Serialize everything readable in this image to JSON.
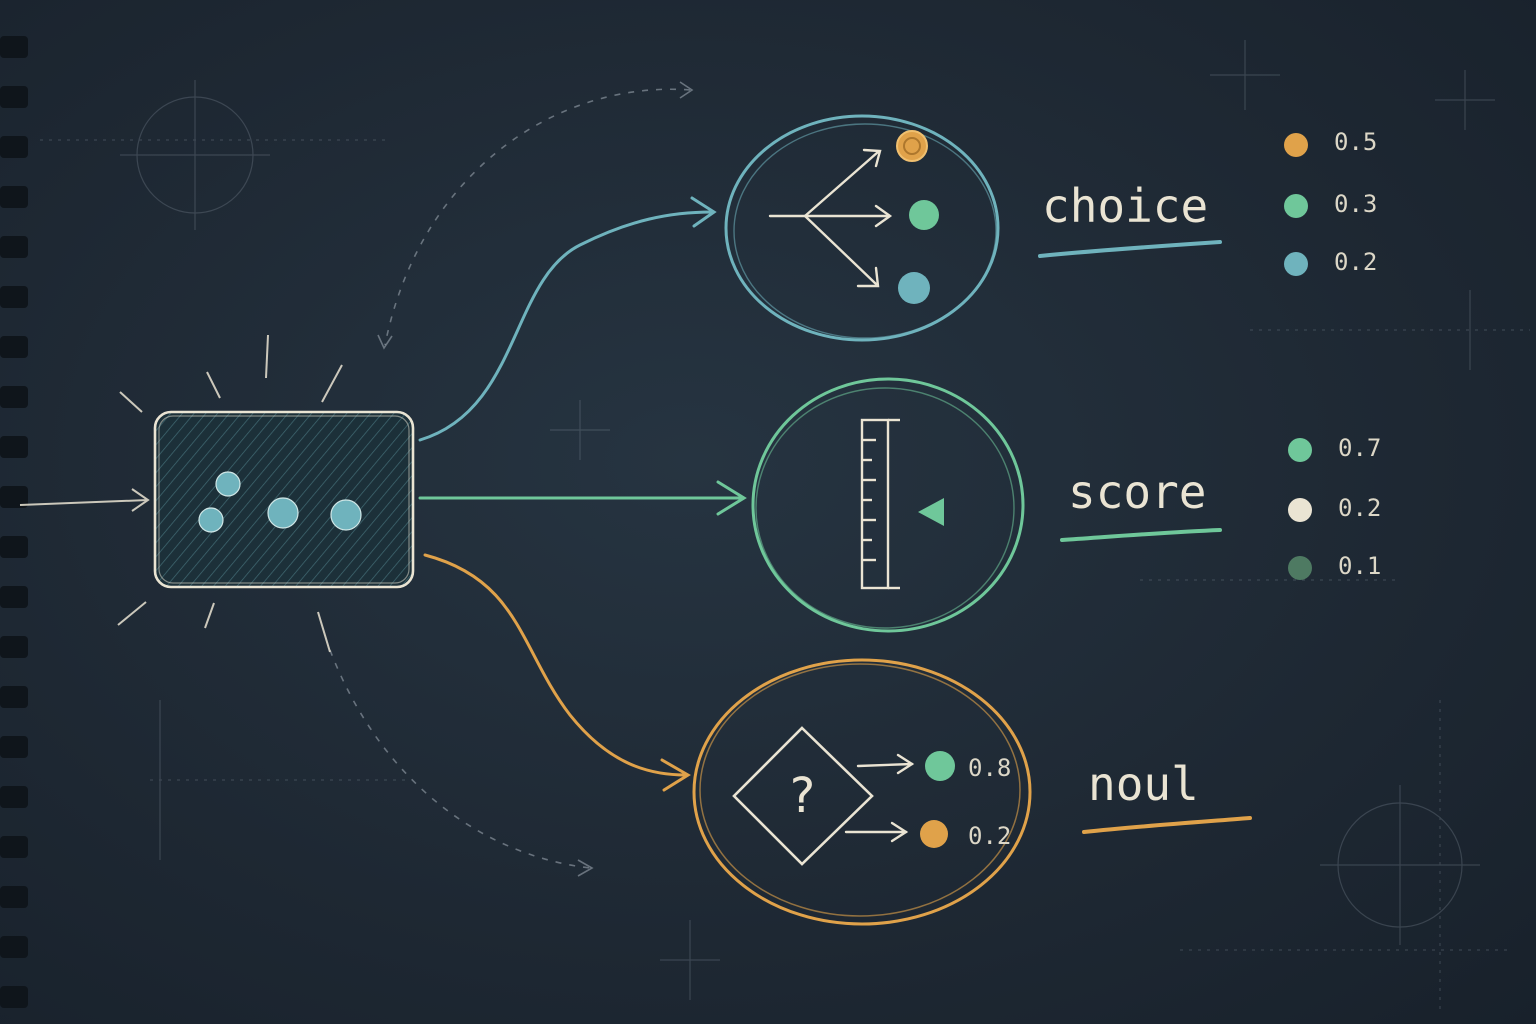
{
  "colors": {
    "background": "#1f2a35",
    "chalk_white": "#eae4d3",
    "teal": "#6fb3bd",
    "green": "#6fc79a",
    "orange": "#e0a24a",
    "dark_green": "#4e7a62"
  },
  "source_node": {
    "icon": "token-dots-icon"
  },
  "branches": [
    {
      "id": "choice",
      "label": "choice",
      "color": "#6fb3bd",
      "icon": "fork-arrows-icon",
      "probabilities": [
        {
          "value": "0.5",
          "color": "#e0a24a"
        },
        {
          "value": "0.3",
          "color": "#6fc79a"
        },
        {
          "value": "0.2",
          "color": "#6fb3bd"
        }
      ]
    },
    {
      "id": "score",
      "label": "score",
      "color": "#6fc79a",
      "icon": "ruler-gauge-icon",
      "probabilities": [
        {
          "value": "0.7",
          "color": "#6fc79a"
        },
        {
          "value": "0.2",
          "color": "#eae4d3"
        },
        {
          "value": "0.1",
          "color": "#4e7a62"
        }
      ]
    },
    {
      "id": "noul",
      "label": "noul",
      "color": "#e0a24a",
      "icon": "question-diamond-icon",
      "probabilities": [
        {
          "value": "0.8",
          "color": "#6fc79a"
        },
        {
          "value": "0.2",
          "color": "#e0a24a"
        }
      ]
    }
  ]
}
